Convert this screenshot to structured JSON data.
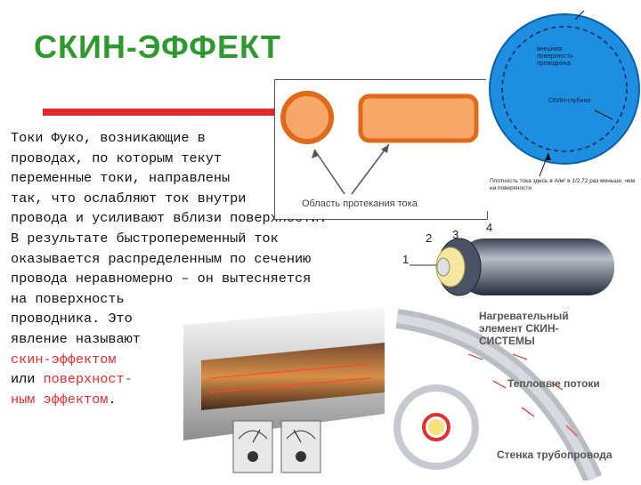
{
  "title": "СКИН-ЭФФЕКТ",
  "body_lines": [
    "Токи Фуко, возникающие в",
    "проводах, по которым текут",
    "переменные токи, направлены",
    "так, что ослабляют ток внутри",
    "провода и усиливают вблизи поверхности.",
    "В результате быстропеременный ток",
    "оказывается распределенным по сечению",
    "провода неравномерно – он вытесняется",
    "на поверхность",
    "проводника. Это",
    "явление называют"
  ],
  "accent_1": "скин-эффектом",
  "line_13_prefix": "или ",
  "accent_2_a": "поверхност-",
  "accent_2_b": "ным эффектом",
  "period": ".",
  "current_area_caption": "Область протекания тока",
  "skin_panel": {
    "outer_surface_label": "внешняя поверхность проводника",
    "skin_depth_label": "СКИН-глубина",
    "density_note": "Плотность тока здесь в А/м² в 1/2,72 раз меньше, чем на поверхности"
  },
  "cable_numbers": [
    "1",
    "2",
    "3",
    "4"
  ],
  "heating": {
    "element_label_1": "Нагревательный",
    "element_label_2": "элемент СКИН-",
    "element_label_3": "СИСТЕМЫ",
    "heat_flows_label": "Тепловые потоки",
    "pipe_wall_label": "Стенка трубопровода"
  },
  "colors": {
    "title_green": "#2e9a2e",
    "accent_red": "#e23030",
    "bar_red": "#e3262a",
    "skin_blue": "#1e8fe0",
    "copper": "#f6a86a"
  }
}
